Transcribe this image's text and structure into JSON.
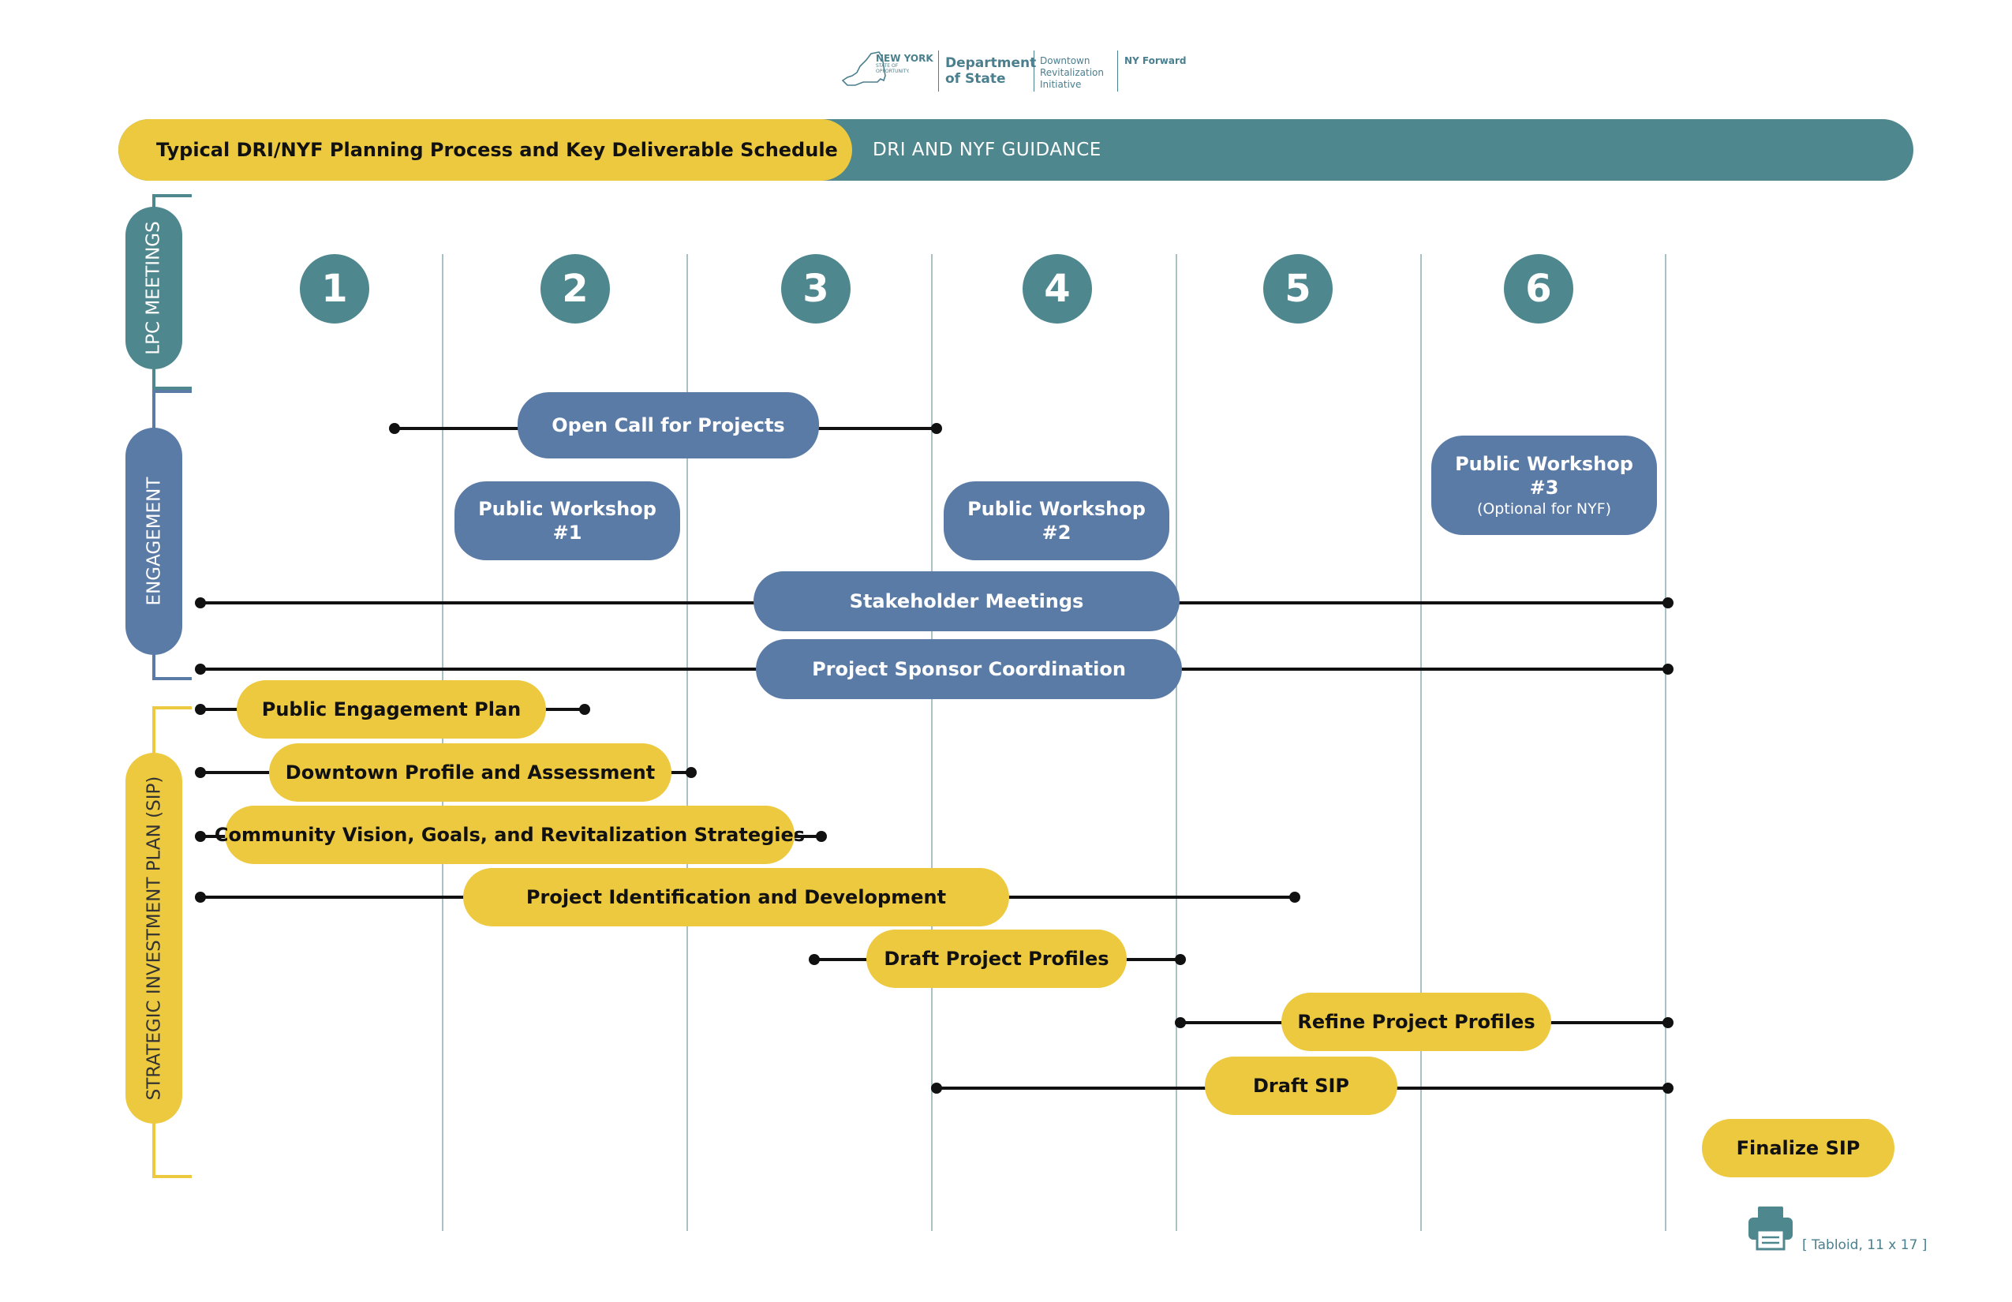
{
  "logo": {
    "state_line1": "NEW YORK",
    "state_line2": "STATE OF",
    "state_line3": "OPPORTUNITY.",
    "department_line1": "Department",
    "department_line2": "of State",
    "initiative_line1": "Downtown",
    "initiative_line2": "Revitalization",
    "initiative_line3": "Initiative",
    "program": "NY Forward"
  },
  "header": {
    "title": "Typical DRI/NYF Planning Process and Key Deliverable Schedule",
    "subtitle": "DRI AND NYF GUIDANCE"
  },
  "rows": {
    "meetings": "LPC MEETINGS",
    "engagement": "ENGAGEMENT",
    "sip": "STRATEGIC INVESTMENT PLAN (SIP)"
  },
  "meetings": [
    "1",
    "2",
    "3",
    "4",
    "5",
    "6"
  ],
  "bars": {
    "open_call": "Open Call for Projects",
    "workshop1_line1": "Public Workshop",
    "workshop1_line2": "#1",
    "workshop2_line1": "Public Workshop",
    "workshop2_line2": "#2",
    "workshop3_line1": "Public Workshop",
    "workshop3_line2": "#3",
    "workshop3_note": "(Optional for NYF)",
    "stakeholder": "Stakeholder  Meetings",
    "sponsor": "Project Sponsor Coordination",
    "engagement_plan": "Public Engagement Plan",
    "downtown_profile": "Downtown Profile and Assessment",
    "community_vision": "Community Vision, Goals, and Revitalization Strategies",
    "project_identification": "Project Identification and Development",
    "draft_profiles": "Draft Project Profiles",
    "refine_profiles": "Refine Project Profiles",
    "draft_sip": "Draft SIP",
    "finalize_sip": "Finalize SIP"
  },
  "footer": {
    "paper_size": "[ Tabloid, 11 x 17 ]",
    "print_icon": "printer-icon"
  },
  "colors": {
    "teal": "#4f878f",
    "blue": "#5b7ba7",
    "yellow": "#ecc93e",
    "grid": "#a9c0c5"
  }
}
